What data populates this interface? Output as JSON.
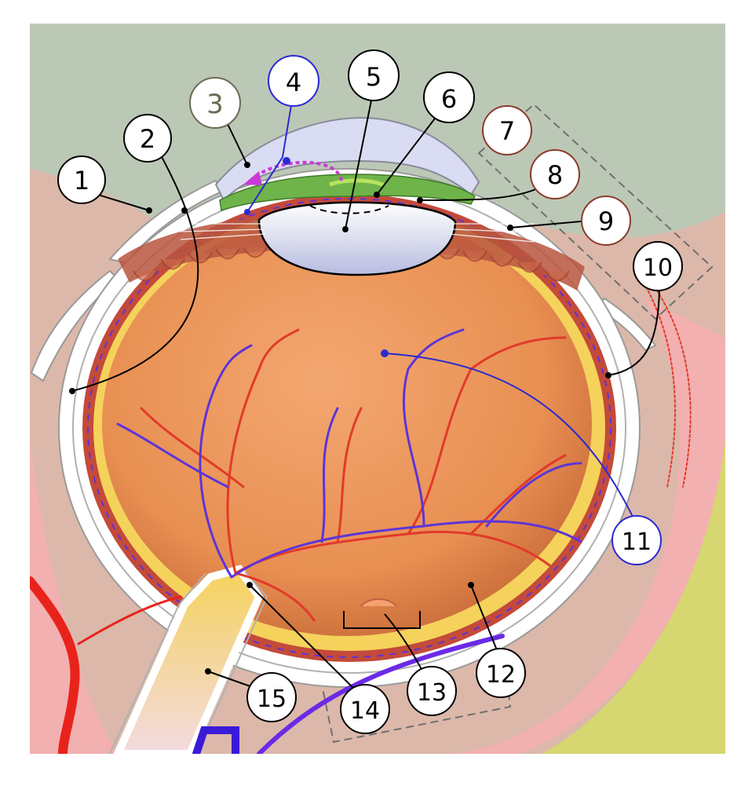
{
  "diagram": {
    "labels": [
      {
        "id": "1",
        "text": "1",
        "tone": "black"
      },
      {
        "id": "2",
        "text": "2",
        "tone": "black"
      },
      {
        "id": "3",
        "text": "3",
        "tone": "gray"
      },
      {
        "id": "4",
        "text": "4",
        "tone": "blue"
      },
      {
        "id": "5",
        "text": "5",
        "tone": "black"
      },
      {
        "id": "6",
        "text": "6",
        "tone": "black"
      },
      {
        "id": "7",
        "text": "7",
        "tone": "brown"
      },
      {
        "id": "8",
        "text": "8",
        "tone": "brown"
      },
      {
        "id": "9",
        "text": "9",
        "tone": "brown"
      },
      {
        "id": "10",
        "text": "10",
        "tone": "black"
      },
      {
        "id": "11",
        "text": "11",
        "tone": "blue"
      },
      {
        "id": "12",
        "text": "12",
        "tone": "black"
      },
      {
        "id": "13",
        "text": "13",
        "tone": "black"
      },
      {
        "id": "14",
        "text": "14",
        "tone": "black"
      },
      {
        "id": "15",
        "text": "15",
        "tone": "black"
      }
    ]
  },
  "colors": {
    "background_top": "#bcc8b6",
    "background_skin": "#dcb8aa",
    "background_pink": "#f2b0b0",
    "background_yellow": "#d6d770",
    "eye_interior": "#ec9a5c",
    "retina_band": "#f5d25c",
    "sclera": "#ffffff",
    "cornea": "#d9dcf2",
    "iris": "#6fb44a",
    "lens": "#e8e9f4",
    "artery": "#e23a2a",
    "vein": "#5c35d8",
    "label_black": "#000000",
    "label_blue": "#2a2ad0",
    "label_brown": "#8a3a2a",
    "label_gray": "#6b6b55"
  }
}
